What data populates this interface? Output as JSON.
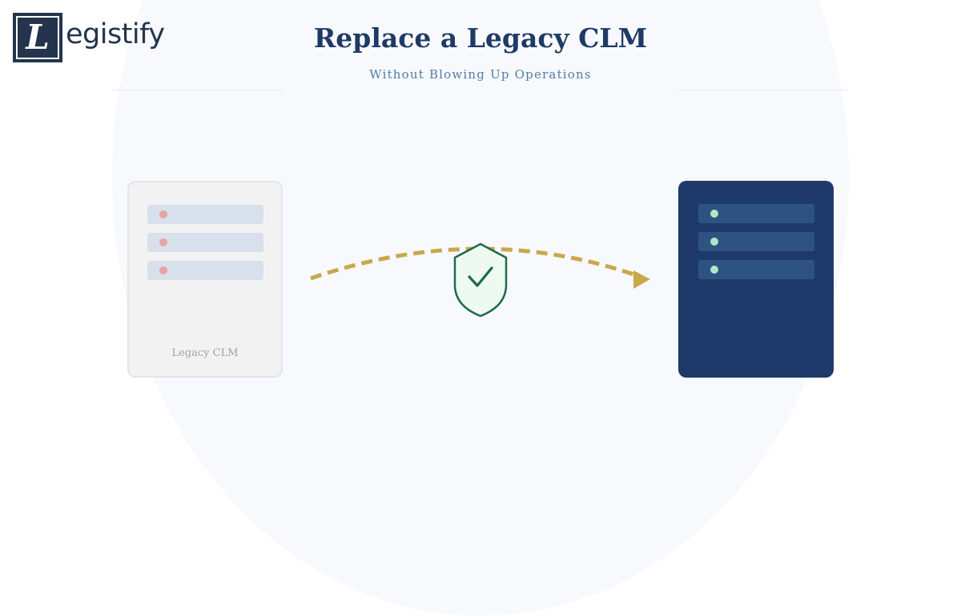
{
  "brand": {
    "logo_letter": "L",
    "logo_word": "egistify",
    "color": "#24344d"
  },
  "header": {
    "title": "Replace a Legacy CLM",
    "subtitle": "Without Blowing Up Operations",
    "title_color": "#1e3a66",
    "subtitle_color": "#4d7fa6"
  },
  "legacy_card": {
    "caption": "Legacy CLM",
    "row_count": 3,
    "dot_color": "#e8a4a4",
    "background": "#f3f2f3"
  },
  "modern_card": {
    "row_count": 3,
    "dot_color": "#b1e6c5",
    "background": "#1e3a6b"
  },
  "migration": {
    "arrow_color": "#c9a84c",
    "shield_icon": "shield-check-icon",
    "shield_color": "#1e6b47",
    "shield_fill": "#eefaf1"
  }
}
